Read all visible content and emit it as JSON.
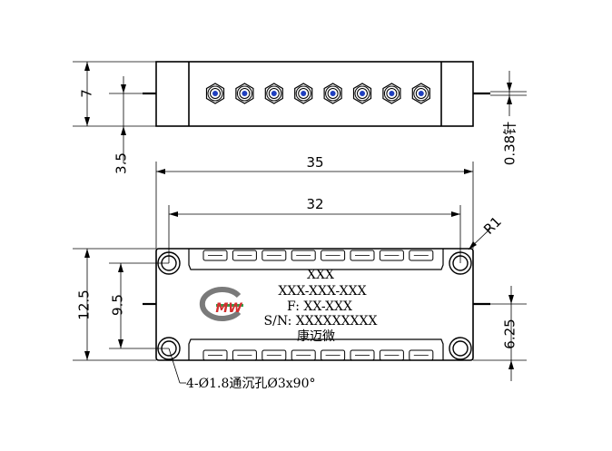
{
  "dimensions": {
    "height_7": "7",
    "height_3_5": "3.5",
    "pin_0_38": "0.38针",
    "width_35": "35",
    "width_32": "32",
    "radius_r1": "R1",
    "height_12_5": "12.5",
    "height_9_5": "9.5",
    "offset_6_25": "6.25"
  },
  "label": {
    "model": "XXX",
    "part_number": "XXX-XXX-XXX",
    "frequency": "F: XX-XXX",
    "serial": "S/N: XXXXXXXXX",
    "brand_name": "康迈微"
  },
  "callout": {
    "mounting_holes": "4-Ø1.8通沉孔Ø3x90°"
  },
  "logo": {
    "text": "MW",
    "ring_color": "#7a7a7a",
    "bar_color": "#2ea04a",
    "text_color": "#d32f2f"
  },
  "side_view": {
    "connector_count": 8,
    "connector_center_color": "#1f3fbf"
  },
  "top_view": {
    "tab_count": 8
  }
}
